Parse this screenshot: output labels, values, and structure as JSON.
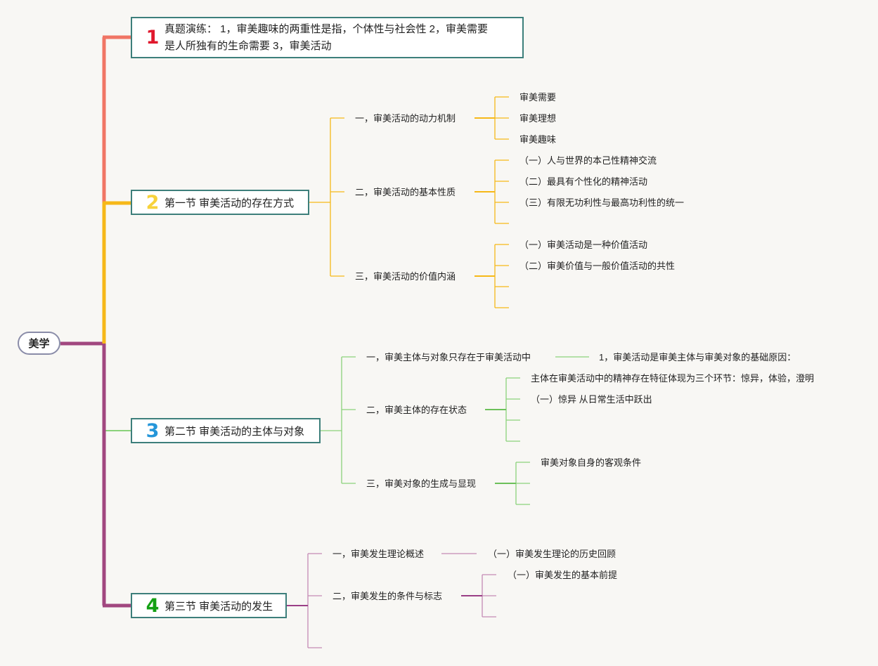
{
  "root": {
    "label": "美学"
  },
  "colors": {
    "branch1": "#f07565",
    "branch2": "#f6b818",
    "branch3": "#8bd27b",
    "branch4": "#a1477f",
    "num1": "#e0182d",
    "num2": "#f7d23c",
    "num3": "#2596d9",
    "num4": "#14a014",
    "box_border": "#3d7f7b"
  },
  "topics": [
    {
      "num": "1",
      "title": "真题演练：1，审美趣味的两重性是指，个体性与社会性 2，审美需要是人所独有的生命需要 3，审美活动",
      "line1": "真题演练： 1，审美趣味的两重性是指，个体性与社会性 2，审美需要",
      "line2": "是人所独有的生命需要 3，审美活动"
    },
    {
      "num": "2",
      "title": "第一节 审美活动的存在方式",
      "subs": [
        {
          "label": "一，审美活动的动力机制",
          "items": [
            "审美需要",
            "审美理想",
            "审美趣味"
          ]
        },
        {
          "label": "二，审美活动的基本性质",
          "items": [
            "（一）人与世界的本己性精神交流",
            "（二）最具有个性化的精神活动",
            "（三）有限无功利性与最高功利性的统一",
            ""
          ]
        },
        {
          "label": "三，审美活动的价值内涵",
          "items": [
            "（一）审美活动是一种价值活动",
            "（二）审美价值与一般价值活动的共性",
            "",
            ""
          ]
        }
      ]
    },
    {
      "num": "3",
      "title": "第二节 审美活动的主体与对象",
      "subs": [
        {
          "label": "一，审美主体与对象只存在于审美活动中",
          "items": [
            "1，审美活动是审美主体与审美对象的基础原因："
          ]
        },
        {
          "label": "二，审美主体的存在状态",
          "items": [
            "主体在审美活动中的精神存在特征体现为三个环节：惊异，体验，澄明",
            "（一）惊异 从日常生活中跃出",
            "",
            ""
          ]
        },
        {
          "label": "三，审美对象的生成与显现",
          "items": [
            "审美对象自身的客观条件",
            "",
            ""
          ]
        }
      ]
    },
    {
      "num": "4",
      "title": "第三节 审美活动的发生",
      "subs": [
        {
          "label": "一，审美发生理论概述",
          "items": [
            "（一）审美发生理论的历史回顾"
          ]
        },
        {
          "label": "二，审美发生的条件与标志",
          "items": [
            "（一）审美发生的基本前提",
            "",
            ""
          ]
        },
        {
          "label": "",
          "items": []
        }
      ]
    }
  ]
}
